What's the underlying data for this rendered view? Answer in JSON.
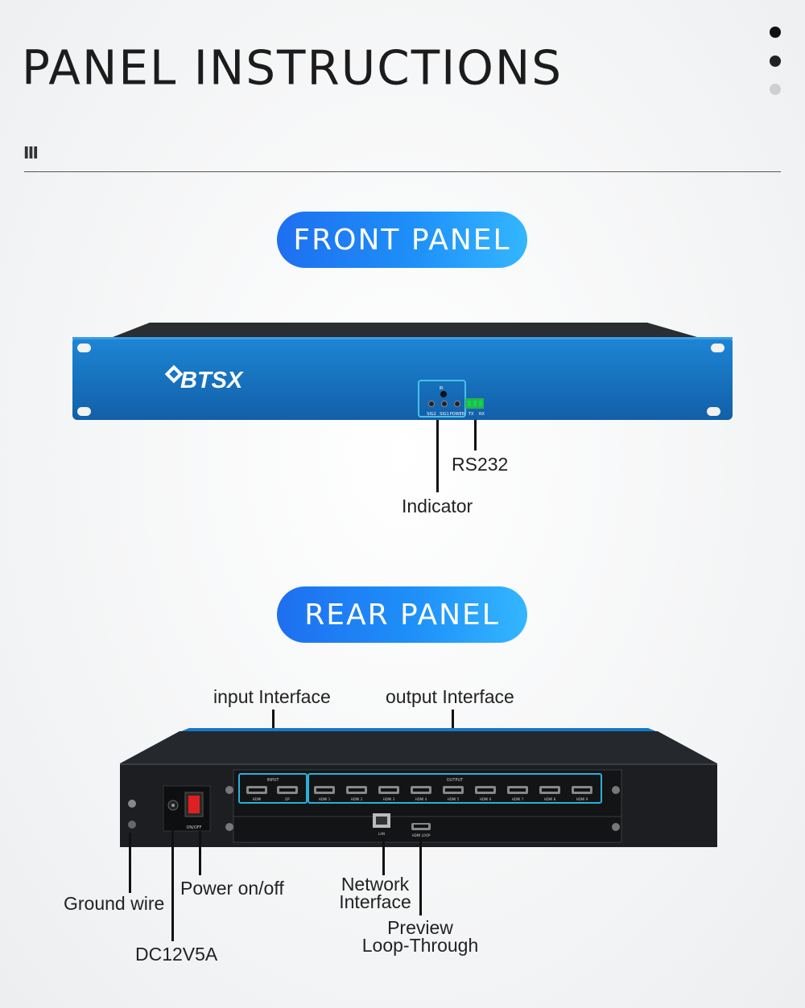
{
  "page": {
    "title": "PANEL INSTRUCTIONS",
    "section_mark": "Ⅲ"
  },
  "front": {
    "heading": "FRONT PANEL",
    "brand": "BTSX",
    "panel_marks": {
      "ir": "IR",
      "sig2": "SIG2",
      "sig1": "SIG1",
      "power": "POWER",
      "tx": "TX",
      "rx": "RX"
    },
    "callouts": {
      "rs232": "RS232",
      "indicator": "Indicator"
    }
  },
  "rear": {
    "heading": "REAR PANEL",
    "panel_marks": {
      "input": "INPUT",
      "output": "OUTPUT",
      "on_off": "ON/OFF",
      "lan": "LAN",
      "loop": "HDMI LOOP",
      "hdmi_in": "HDMI",
      "dp": "DP",
      "hdmi_out": [
        "HDMI 1",
        "HDMI 2",
        "HDMI 3",
        "HDMI 4",
        "HDMI 5",
        "HDMI 6",
        "HDMI 7",
        "HDMI 8",
        "HDMI 9"
      ]
    },
    "callouts": {
      "input": "input Interface",
      "output": "output Interface",
      "power": "Power on/off",
      "ground": "Ground wire",
      "dc": "DC12V5A",
      "network_l1": "Network",
      "network_l2": "Interface",
      "preview_l1": "Preview",
      "preview_l2": "Loop-Through"
    }
  },
  "colors": {
    "accent_blue": "#1e8cf5",
    "chassis_blue": "#1678c8",
    "highlight": "#2ab0d8"
  }
}
